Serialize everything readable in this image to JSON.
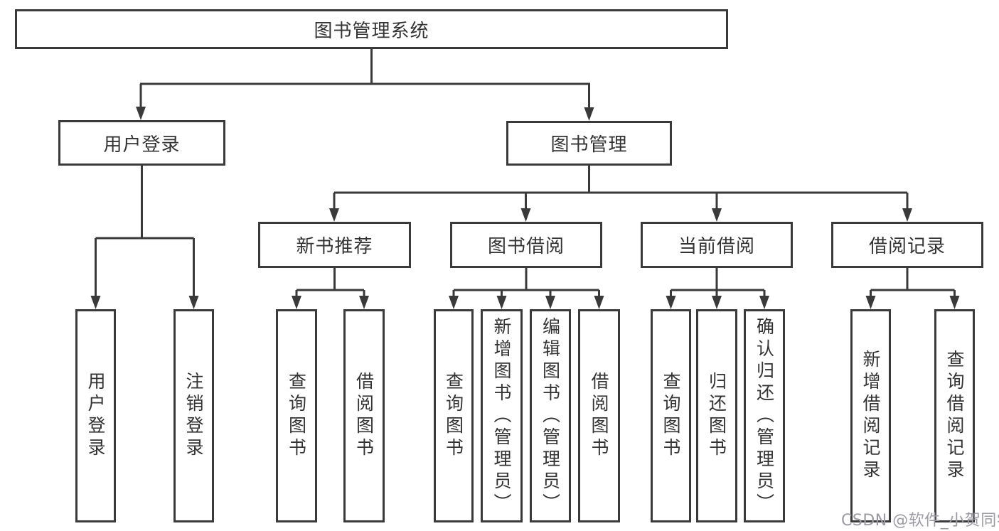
{
  "tree": {
    "root": {
      "label": "图书管理系统"
    },
    "level2": [
      {
        "label": "用户登录"
      },
      {
        "label": "图书管理"
      }
    ],
    "level3": [
      {
        "label": "新书推荐"
      },
      {
        "label": "图书借阅"
      },
      {
        "label": "当前借阅"
      },
      {
        "label": "借阅记录"
      }
    ],
    "leaves": [
      {
        "label": "用户登录"
      },
      {
        "label": "注销登录"
      },
      {
        "label": "查询图书"
      },
      {
        "label": "借阅图书"
      },
      {
        "label": "查询图书"
      },
      {
        "label": "新增图书（管理员）"
      },
      {
        "label": "编辑图书（管理员）"
      },
      {
        "label": "借阅图书"
      },
      {
        "label": "查询图书"
      },
      {
        "label": "归还图书"
      },
      {
        "label": "确认归还（管理员）"
      },
      {
        "label": "新增借阅记录"
      },
      {
        "label": "查询借阅记录"
      }
    ]
  },
  "watermark": {
    "text": "CSDN @软件_小贺同学"
  },
  "colors": {
    "line": "#3a3a3a",
    "text": "#333333",
    "watermark": "#9b9ba3",
    "background": "#ffffff"
  }
}
